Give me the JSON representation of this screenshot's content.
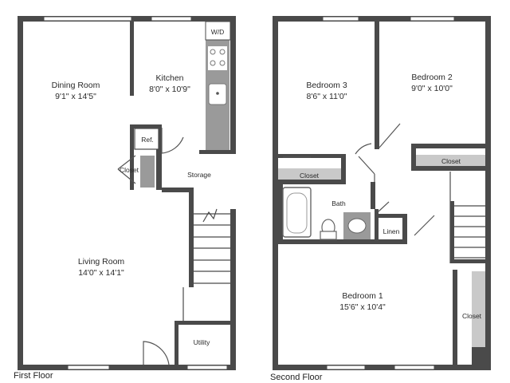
{
  "floors": {
    "first": {
      "label": "First Floor",
      "rooms": {
        "dining": {
          "name": "Dining Room",
          "dims": "9'1\" x 14'5\""
        },
        "kitchen": {
          "name": "Kitchen",
          "dims": "8'0\" x 10'9\""
        },
        "living": {
          "name": "Living Room",
          "dims": "14'0\" x 14'1\""
        },
        "storage": {
          "name": "Storage"
        },
        "utility": {
          "name": "Utility"
        },
        "closet": {
          "name": "Closet"
        },
        "ref": {
          "name": "Ref."
        },
        "wd": {
          "name": "W/D"
        }
      }
    },
    "second": {
      "label": "Second Floor",
      "rooms": {
        "bedroom3": {
          "name": "Bedroom 3",
          "dims": "8'6\" x 11'0\""
        },
        "bedroom2": {
          "name": "Bedroom 2",
          "dims": "9'0\" x 10'0\""
        },
        "bedroom1": {
          "name": "Bedroom 1",
          "dims": "15'6\" x 10'4\""
        },
        "bath": {
          "name": "Bath"
        },
        "linen": {
          "name": "Linen"
        },
        "closet_b3": {
          "name": "Closet"
        },
        "closet_b2": {
          "name": "Closet"
        },
        "closet_b1": {
          "name": "Closet"
        }
      }
    }
  },
  "colors": {
    "wall": "#4a4a4a",
    "fixture": "#9a9a9a"
  }
}
